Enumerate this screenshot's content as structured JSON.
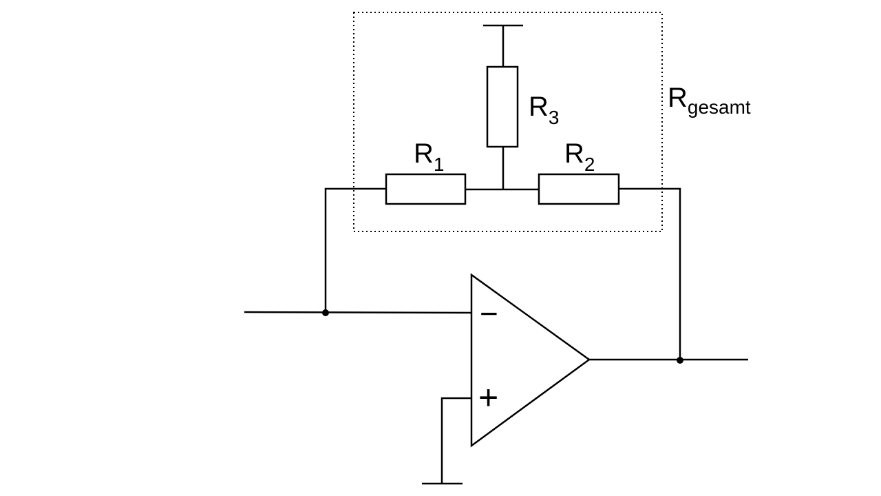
{
  "labels": {
    "r1": {
      "main": "R",
      "sub": "1"
    },
    "r2": {
      "main": "R",
      "sub": "2"
    },
    "r3": {
      "main": "R",
      "sub": "3"
    },
    "total": {
      "main": "R",
      "sub": "gesamt"
    }
  },
  "opamp": {
    "minus": "−",
    "plus": "+"
  },
  "icons": {
    "resistor": "resistor-icon",
    "opamp": "opamp-triangle-icon",
    "ground": "ground-icon",
    "junction": "junction-dot"
  }
}
